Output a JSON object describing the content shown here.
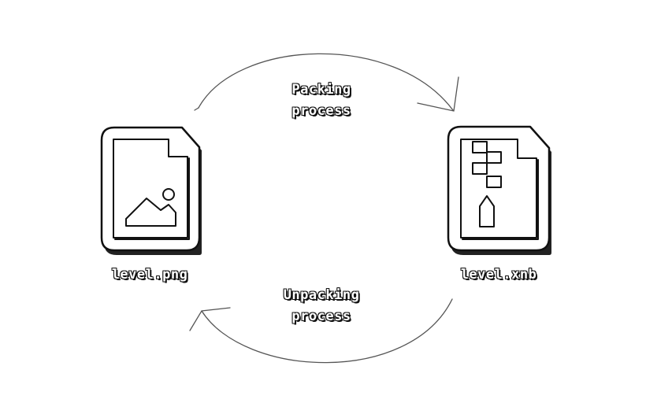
{
  "files": {
    "source": {
      "name": "level.png",
      "icon": "image-file-icon"
    },
    "packed": {
      "name": "level.xnb",
      "icon": "zip-file-icon"
    }
  },
  "processes": {
    "pack": {
      "line1": "Packing",
      "line2": "process"
    },
    "unpack": {
      "line1": "Unpacking",
      "line2": "process"
    }
  },
  "colors": {
    "outline": "#111111",
    "fill": "#ffffff",
    "arrow": "#555555"
  }
}
